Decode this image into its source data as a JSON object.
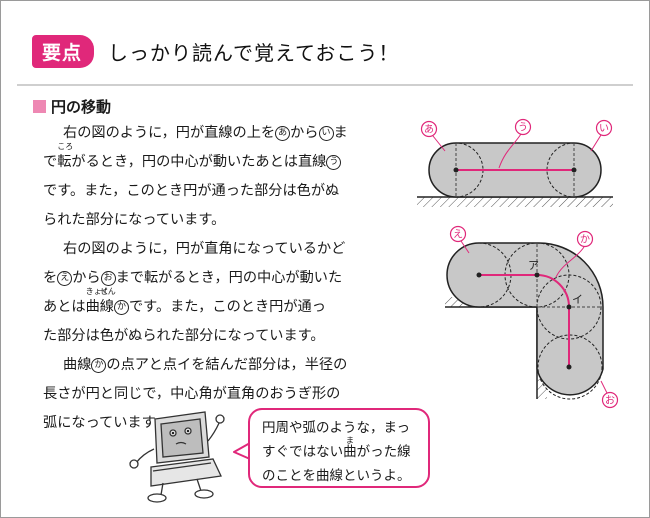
{
  "header": {
    "badge": "要点",
    "title": "しっかり読んで覚えておこう！"
  },
  "section": {
    "title": "円の移動"
  },
  "body": {
    "l1": [
      "右の図のように，円が直線の上を",
      "あ",
      "から",
      "い",
      "ま"
    ],
    "l2": [
      "で",
      "転",
      "ころ",
      "がるとき，円の中心が動いたあとは直線",
      "う"
    ],
    "l3": "です。また，このとき円が通った部分は色がぬ",
    "l4": "られた部分になっています。",
    "l5": "右の図のように，円が直角になっているかど",
    "l6": [
      "を",
      "え",
      "から",
      "お",
      "まで転がるとき，円の中心が動いた"
    ],
    "l7": [
      "あとは",
      "曲",
      "きょく",
      "線",
      "せん",
      "か",
      "です。また，このとき円が通っ"
    ],
    "l8": "た部分は色がぬられた部分になっています。",
    "l9": [
      "曲線",
      "か",
      "の点アと点イを結んだ部分は，半径の"
    ],
    "l10": "長さが円と同じで，中心角が直角のおうぎ形の",
    "l11": "弧になっています。"
  },
  "figure1": {
    "labels": {
      "a": "あ",
      "u": "う",
      "i": "い"
    }
  },
  "figure2": {
    "labels": {
      "e": "え",
      "ka": "か",
      "A": "ア",
      "I": "イ",
      "o": "お"
    }
  },
  "bubble": {
    "l1": "円周や弧のような，まっ",
    "l2a": "すぐではない",
    "l2b": "曲",
    "l2r": "ま",
    "l2c": "がった線",
    "l3": "のことを曲線というよ。"
  },
  "colors": {
    "accent": "#e0287a",
    "fill": "#c8c8c8"
  }
}
